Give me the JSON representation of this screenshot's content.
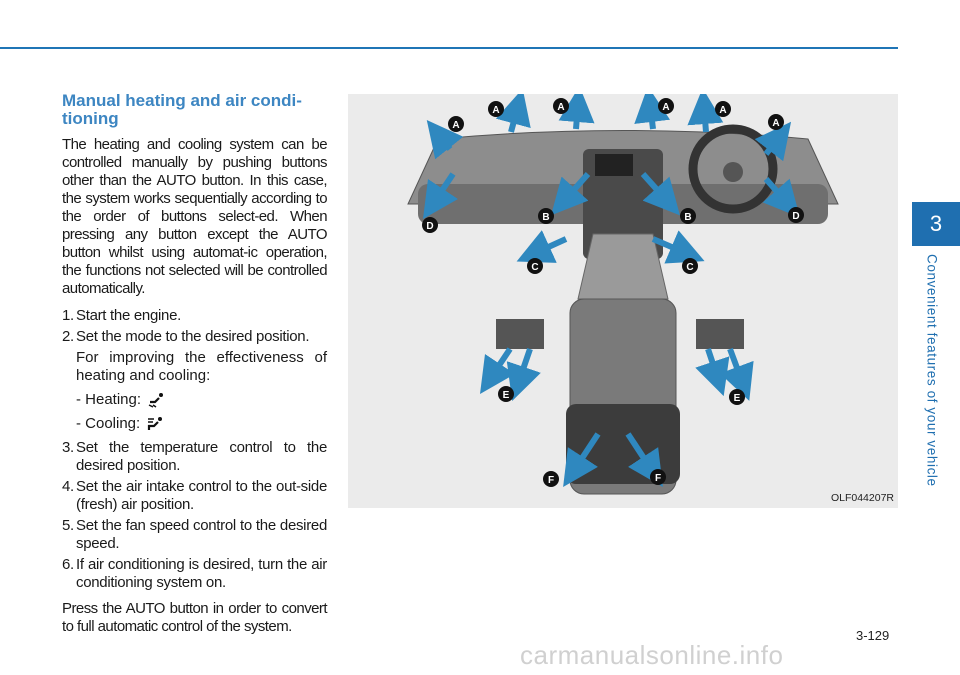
{
  "chapter": {
    "number": "3",
    "title": "Convenient features of your vehicle"
  },
  "section": {
    "heading": "Manual heating and air condi-\ntioning",
    "intro": "The heating and cooling system can be controlled manually by pushing buttons other than the AUTO button. In this case, the system works sequentially according to the order of buttons select-ed. When pressing any button except the AUTO button whilst using automat-ic operation, the functions not selected will be controlled automatically.",
    "steps": [
      {
        "num": "1.",
        "text": "Start the engine."
      },
      {
        "num": "2.",
        "text": "Set the mode to the desired position."
      },
      {
        "num": "3.",
        "text": "Set the temperature control to the desired position."
      },
      {
        "num": "4.",
        "text": "Set the air intake control to the out-side (fresh) air position."
      },
      {
        "num": "5.",
        "text": "Set the fan speed control to the desired speed."
      },
      {
        "num": "6.",
        "text": "If air conditioning is desired, turn the air conditioning system on."
      }
    ],
    "step2_note": "For improving the effectiveness of heating and cooling:",
    "heating_label": "- Heating:",
    "cooling_label": "- Cooling:",
    "heating_icon": "floor-mode-icon",
    "cooling_icon": "face-mode-icon",
    "final": "Press the AUTO button in order to convert to full automatic control of the system."
  },
  "figure": {
    "code": "OLF044207R",
    "vent_labels": [
      "A",
      "A",
      "A",
      "A",
      "A",
      "A",
      "B",
      "B",
      "C",
      "C",
      "D",
      "D",
      "E",
      "E",
      "F",
      "F"
    ]
  },
  "page_number": "3-129",
  "watermark": "carmanualsonline.info",
  "colors": {
    "accent": "#1f75b6",
    "heading": "#3d86c2",
    "airflow": "#2f88bf"
  }
}
